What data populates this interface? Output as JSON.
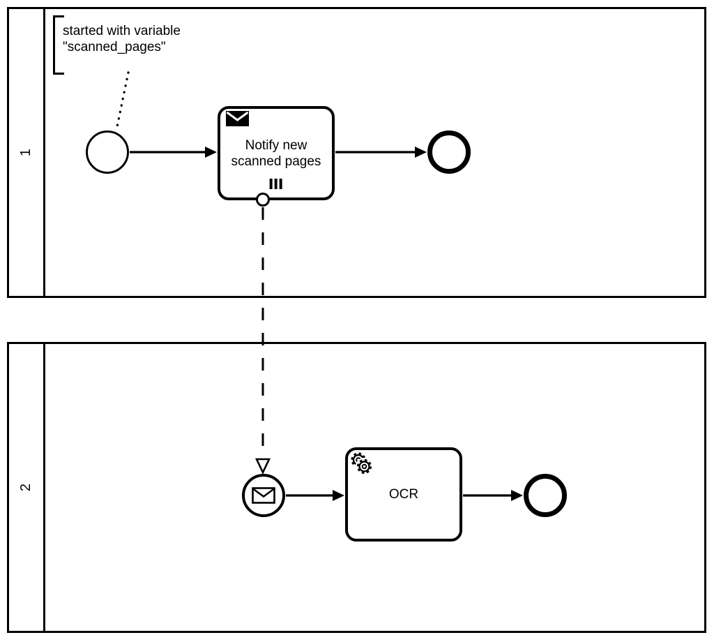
{
  "diagram": {
    "type": "BPMN collaboration diagram",
    "colors": {
      "stroke": "#000000",
      "background": "#ffffff"
    },
    "pools": [
      {
        "label": "1",
        "annotation": {
          "line1": "started with variable",
          "line2": "\"scanned_pages\""
        },
        "start_event": {
          "type": "start event"
        },
        "task": {
          "label_line1": "Notify new",
          "label_line2": "scanned pages",
          "task_type": "send task",
          "icon": "envelope-filled-icon",
          "marker": "parallel multi-instance"
        },
        "end_event": {
          "type": "end event"
        }
      },
      {
        "label": "2",
        "start_event": {
          "type": "message start event",
          "icon": "envelope-outline-icon"
        },
        "task": {
          "label": "OCR",
          "task_type": "service task",
          "icon": "gears-icon"
        },
        "end_event": {
          "type": "end event"
        }
      }
    ],
    "flows": {
      "sequence_flows": [
        {
          "from": "start-event-1",
          "to": "task-notify"
        },
        {
          "from": "task-notify",
          "to": "end-event-1"
        },
        {
          "from": "message-start-event-2",
          "to": "task-ocr"
        },
        {
          "from": "task-ocr",
          "to": "end-event-2"
        }
      ],
      "message_flow": {
        "from": "task-notify",
        "to": "message-start-event-2",
        "style": "dashed"
      },
      "association": {
        "from": "annotation",
        "to": "start-event-1",
        "style": "dotted"
      }
    }
  }
}
